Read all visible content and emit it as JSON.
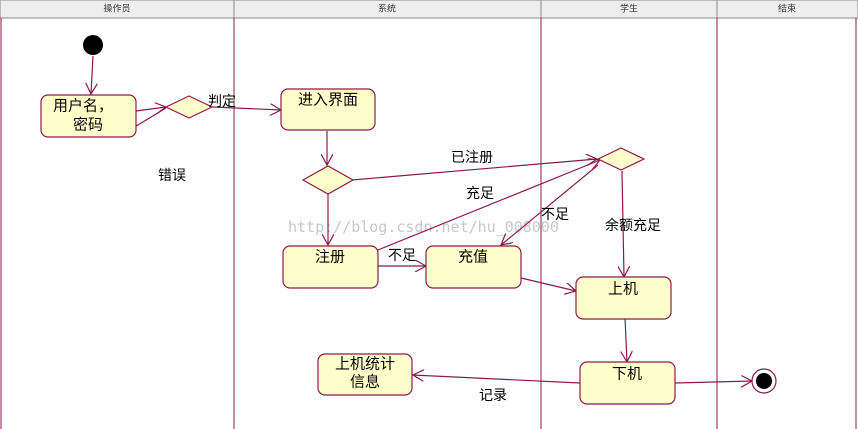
{
  "lanes": [
    "操作员",
    "系统",
    "学生",
    "结束"
  ],
  "nodes": {
    "login": [
      "用户名，",
      "密码"
    ],
    "enter": "进入界面",
    "register": "注册",
    "recharge": "充值",
    "online": "上机",
    "offline": "下机",
    "stats": [
      "上机统计",
      "信息"
    ]
  },
  "labels": {
    "judge": "判定",
    "error": "错误",
    "registered": "已注册",
    "recharge_edge": "充足",
    "insufficient_reg": "不足",
    "insufficient_dec": "不足",
    "balance_ok": "余额充足",
    "record": "记录"
  },
  "watermark": "http://blog.csdn.net/hu_008000",
  "colors": {
    "accent": "#8b1a4a",
    "fill": "#ffffcc"
  }
}
